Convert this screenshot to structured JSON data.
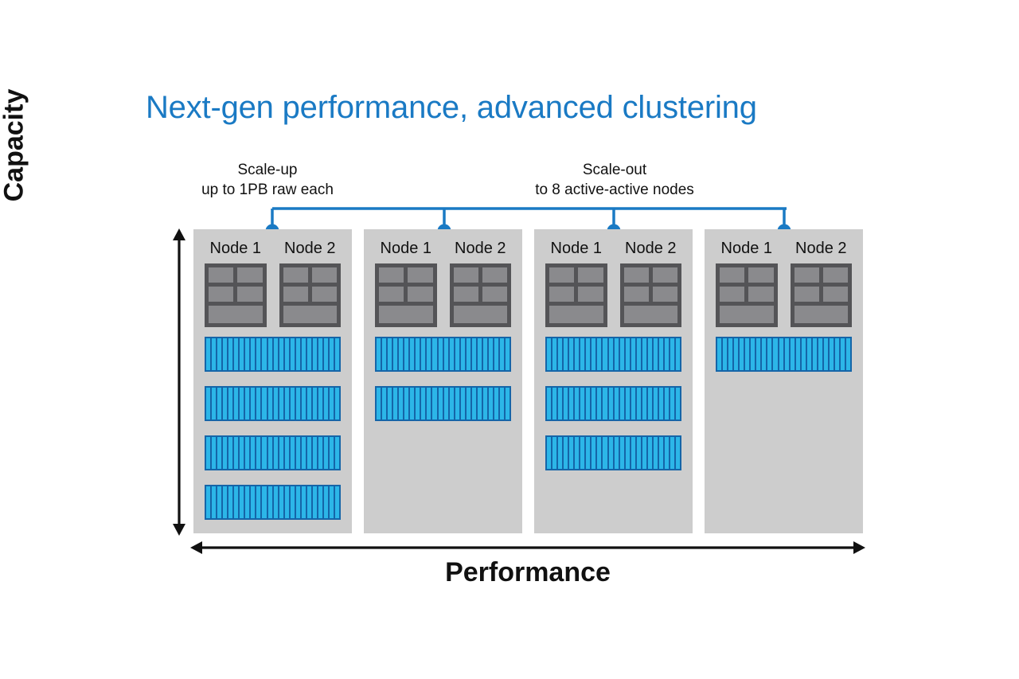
{
  "title": "Next-gen performance, advanced clustering",
  "colors": {
    "title_blue": "#1a7ac4",
    "connector_blue": "#1a7ac4",
    "chassis_gray": "#cdcdcd",
    "node_frame_gray": "#545457",
    "node_cell_gray": "#8a8a8d",
    "drive_fill_blue": "#2cb6e8",
    "drive_stroke_blue": "#1565a8",
    "axis_black": "#111111",
    "background": "#ffffff"
  },
  "callouts": [
    {
      "id": "scale-up",
      "line1": "Scale-up",
      "line2": "up to 1PB raw each"
    },
    {
      "id": "scale-out",
      "line1": "Scale-out",
      "line2": "to 8 active-active nodes"
    }
  ],
  "axes": {
    "y": {
      "label": "Capacity",
      "arrow": "double-headed-vertical"
    },
    "x": {
      "label": "Performance",
      "arrow": "double-headed-horizontal"
    }
  },
  "chassis": [
    {
      "index": 1,
      "nodes": [
        "Node 1",
        "Node 2"
      ],
      "shelf_count": 4,
      "slots_per_shelf": 24
    },
    {
      "index": 2,
      "nodes": [
        "Node 1",
        "Node 2"
      ],
      "shelf_count": 2,
      "slots_per_shelf": 24
    },
    {
      "index": 3,
      "nodes": [
        "Node 1",
        "Node 2"
      ],
      "shelf_count": 3,
      "slots_per_shelf": 24
    },
    {
      "index": 4,
      "nodes": [
        "Node 1",
        "Node 2"
      ],
      "shelf_count": 1,
      "slots_per_shelf": 24
    }
  ],
  "connector": {
    "dot_count": 4,
    "description": "horizontal bracket linking the four chassis"
  }
}
